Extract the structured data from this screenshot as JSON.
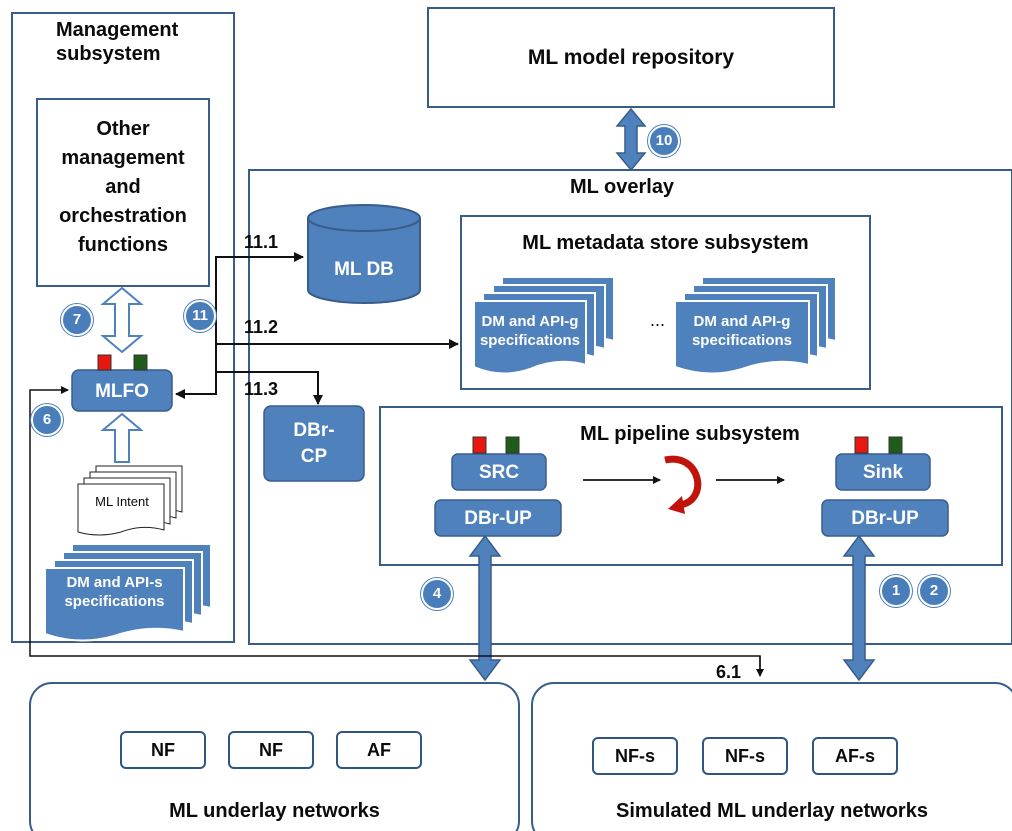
{
  "colors": {
    "node_fill": "#4f81bd",
    "node_stroke": "#385d8a",
    "container_stroke": "#385d8a",
    "accent_red": "#e8170f",
    "accent_green": "#1f5c1c",
    "loop_arrow": "#c0130c",
    "background": "#ffffff"
  },
  "management": {
    "title_line1": "Management",
    "title_line2": "subsystem",
    "other_functions": {
      "line1": "Other",
      "line2": "management",
      "line3": "and",
      "line4": "orchestration",
      "line5": "functions"
    },
    "mlfo_label": "MLFO",
    "intent_label": "ML Intent",
    "dm_api_s": {
      "line1": "DM and API-s",
      "line2": "specifications"
    }
  },
  "repository": {
    "label": "ML model repository"
  },
  "overlay": {
    "title": "ML overlay",
    "mldb_label": "ML DB",
    "metadata_store": {
      "title": "ML metadata store subsystem",
      "spec_line1": "DM and API-g",
      "spec_line2": "specifications",
      "ellipsis": "..."
    },
    "dbr_cp": {
      "line1": "DBr-",
      "line2": "CP"
    },
    "pipeline": {
      "title": "ML pipeline subsystem",
      "src_label": "SRC",
      "sink_label": "Sink",
      "dbr_up_label": "DBr-UP"
    }
  },
  "step_labels": {
    "s1": "1",
    "s2": "2",
    "s4": "4",
    "s6": "6",
    "s6_1": "6.1",
    "s7": "7",
    "s10": "10",
    "s11": "11",
    "s11_1": "11.1",
    "s11_2": "11.2",
    "s11_3": "11.3"
  },
  "underlay": {
    "title": "ML underlay networks",
    "functions": [
      "NF",
      "NF",
      "AF"
    ]
  },
  "simulated": {
    "title": "Simulated ML underlay networks",
    "functions": [
      "NF-s",
      "NF-s",
      "AF-s"
    ]
  }
}
